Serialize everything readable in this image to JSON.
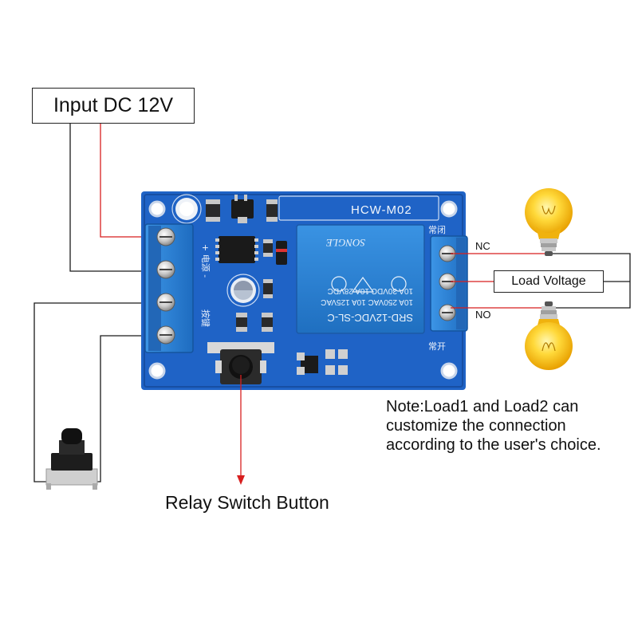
{
  "labels": {
    "input": "Input DC 12V",
    "load_voltage": "Load Voltage",
    "nc": "NC",
    "no": "NO",
    "note": "Note:Load1 and Load2 can customize the connection according to the user's choice.",
    "button_caption": "Relay Switch Button"
  },
  "board": {
    "model": "HCW-M02",
    "relay_lines": [
      "SRD-12VDC-SL-C",
      "10A 250VAC  10A 125VAC",
      "10A 30VDC  10A 28VDC"
    ],
    "relay_brand": "SONGLE",
    "power_marks": "+ 电源 -",
    "key_marks": "按键",
    "nc_cn": "常闭",
    "no_cn": "常开"
  },
  "colors": {
    "board": "#1f63c6",
    "board_dark": "#174fa3",
    "terminal": "#2a7fd4",
    "relay": "#2f86d8",
    "red_wire": "#d81f1f",
    "black_wire": "#1a1a1a",
    "bulb": "#f8c21a"
  },
  "icons": [
    "lightbulb-icon",
    "tactile-switch-icon",
    "screw-terminal-icon"
  ]
}
